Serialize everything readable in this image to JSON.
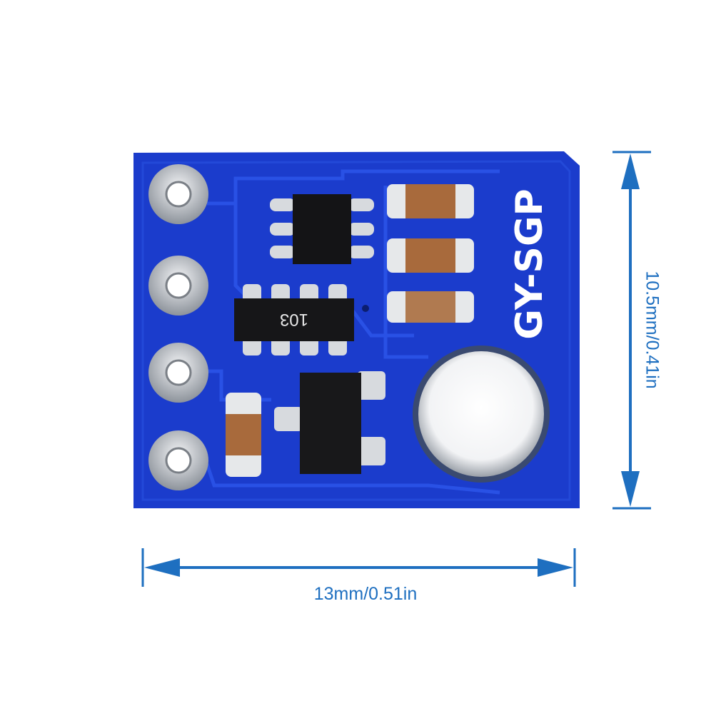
{
  "board": {
    "label": "GY-SGP",
    "resistor_marking": "103",
    "pin_count": 4,
    "board_color": "#1b3ccc",
    "pad_color": "#cfd3d8"
  },
  "dimensions": {
    "width_label": "13mm/0.51in",
    "height_label": "10.5mm/0.41in",
    "line_color": "#1e6fc0"
  }
}
